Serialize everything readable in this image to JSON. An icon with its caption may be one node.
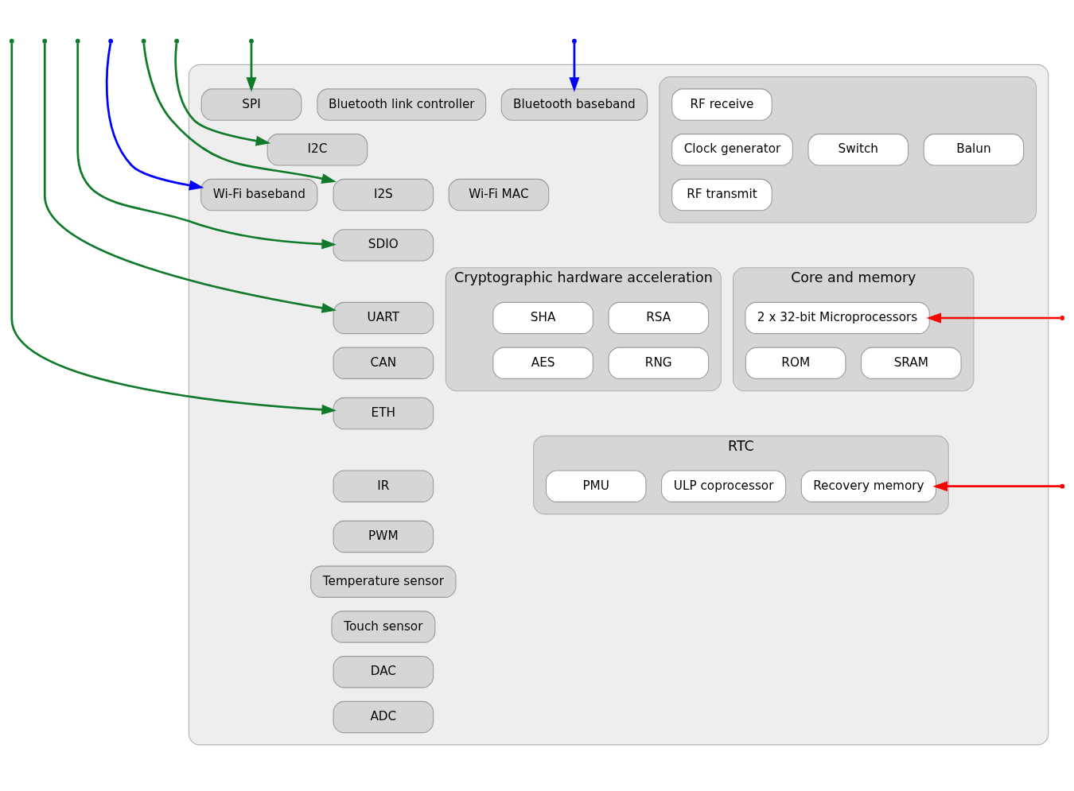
{
  "diagram": {
    "nodes": [
      {
        "text": [],
        "shape": "box"
      },
      {
        "text": [
          "SPI"
        ],
        "in": 0
      },
      {
        "text": [
          "I2C"
        ],
        "in": 0
      },
      {
        "text": [
          "I2S"
        ],
        "in": 0
      },
      {
        "text": [
          "SDIO"
        ],
        "in": 0
      },
      {
        "text": [
          "UART"
        ],
        "in": 0
      },
      {
        "text": [
          "CAN"
        ],
        "in": 0
      },
      {
        "text": [
          "ETH"
        ],
        "in": 0
      },
      {
        "text": [
          "IR"
        ],
        "in": 0
      },
      {
        "text": [
          "PWM"
        ],
        "in": 0
      },
      {
        "text": [
          "Temperature sensor"
        ],
        "in": 0
      },
      {
        "text": [
          "Touch sensor"
        ],
        "in": 0
      },
      {
        "text": [
          "DAC"
        ],
        "in": 0
      },
      {
        "text": [
          "ADC"
        ],
        "in": 0
      },
      {
        "text": [
          "Bluetooth link controller"
        ],
        "in": 0
      },
      {
        "text": [
          "Bluetooth baseband"
        ],
        "in": 0
      },
      {
        "text": [
          "Wi-Fi MAC"
        ],
        "in": 0
      },
      {
        "text": [
          "Wi-Fi baseband"
        ],
        "in": 0
      },
      {
        "text": [],
        "shape": "box",
        "in": 0
      },
      {
        "text": [
          "RF receive"
        ],
        "in": 18
      },
      {
        "text": [
          "Clock generator"
        ],
        "in": 18
      },
      {
        "text": [
          "RF transmit"
        ],
        "in": 18
      },
      {
        "text": [
          "Switch"
        ],
        "in": 18
      },
      {
        "text": [
          "Balun"
        ],
        "in": 18
      },
      {
        "text": [
          "Core and memory"
        ],
        "in": 0
      },
      {
        "text": [
          "2 x 32-bit Microprocessors"
        ],
        "in": 24
      },
      {
        "text": [
          "ROM"
        ],
        "in": 24
      },
      {
        "text": [
          "SRAM"
        ],
        "in": 24
      },
      {
        "text": [
          "Cryptographic hardware acceleration"
        ],
        "in": 0
      },
      {
        "text": [
          "SHA"
        ],
        "in": 28
      },
      {
        "text": [
          "RSA"
        ],
        "in": 28
      },
      {
        "text": [
          "AES"
        ],
        "in": 28
      },
      {
        "text": [
          "RNG"
        ],
        "in": 28
      },
      {
        "text": [
          "RTC"
        ],
        "in": 0
      },
      {
        "text": [
          "PMU"
        ],
        "in": 33
      },
      {
        "text": [
          "ULP coprocessor"
        ],
        "in": 33
      },
      {
        "text": [
          "Recovery memory"
        ],
        "in": 33
      }
    ],
    "edges": [
      {
        "from": null,
        "to": 1,
        "arrow": "to"
      },
      {
        "from": null,
        "to": 2,
        "arrow": "to"
      },
      {
        "from": null,
        "to": 3,
        "arrow": "to"
      },
      {
        "from": null,
        "to": 4,
        "arrow": "to"
      },
      {
        "from": null,
        "to": 5,
        "arrow": "to"
      },
      {
        "from": null,
        "to": 7,
        "arrow": "to"
      },
      {
        "from": null,
        "to": 15,
        "arrow": "to",
        "color": "#0000ff"
      },
      {
        "from": null,
        "to": 17,
        "arrow": "to",
        "color": "#0000ff"
      },
      {
        "from": null,
        "to": 25,
        "arrow": "to",
        "color": "#ff0000"
      },
      {
        "from": null,
        "to": 36,
        "arrow": "to",
        "color": "#ff0000"
      }
    ]
  }
}
